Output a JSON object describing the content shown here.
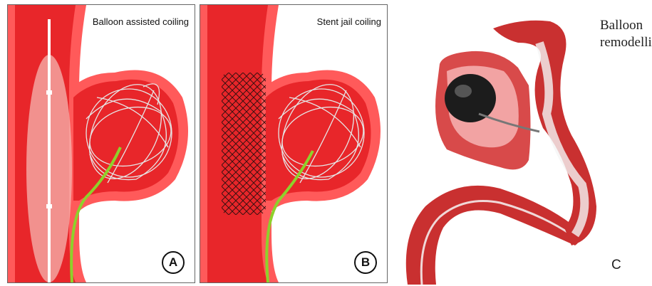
{
  "panels": {
    "a": {
      "title": "Balloon assisted coiling",
      "label": "A"
    },
    "b": {
      "title": "Stent jail coiling",
      "label": "B"
    },
    "c": {
      "title_line1": "Balloon",
      "title_line2": "remodelling",
      "label": "C"
    }
  },
  "colors": {
    "vessel_red": "#e8262a",
    "vessel_dark": "#b51a1e",
    "vessel_light": "#ff4d4d",
    "wire_green": "#8ed12b",
    "coil_gray": "#d8d8d8"
  }
}
